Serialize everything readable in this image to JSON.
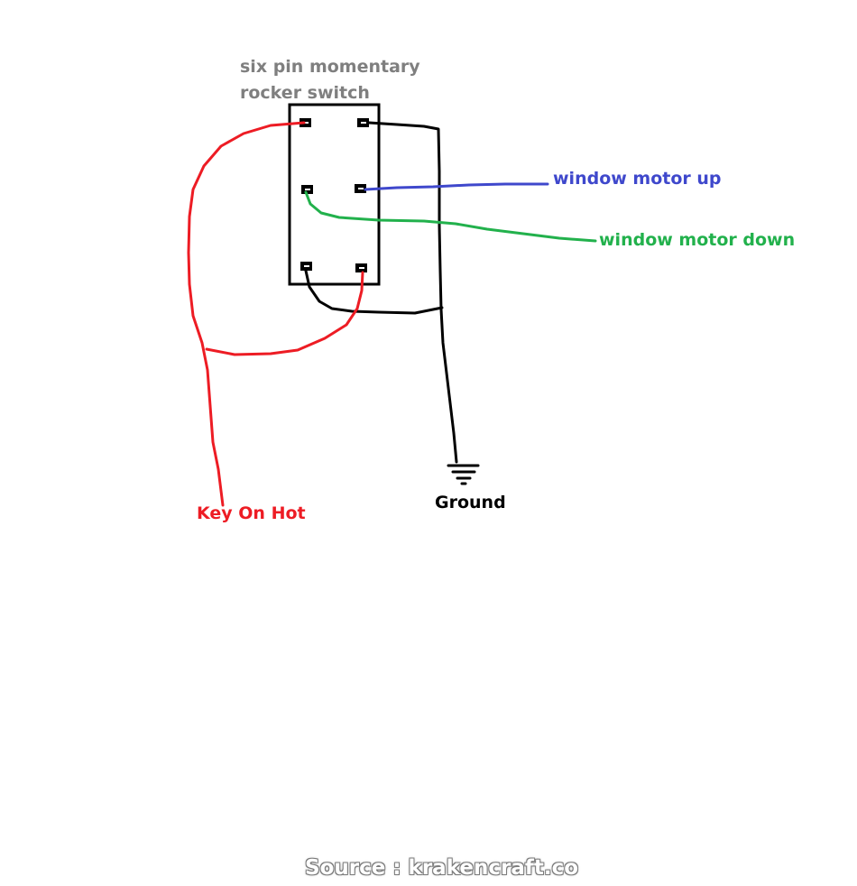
{
  "title": {
    "line1": "six pin momentary",
    "line2": "rocker switch"
  },
  "labels": {
    "motor_up": "window motor up",
    "motor_down": "window motor down",
    "key_on_hot": "Key On Hot",
    "ground": "Ground"
  },
  "footer": {
    "source": "Source : krakencraft.co"
  },
  "colors": {
    "title_gray": "#7f7f7f",
    "key_hot_red": "#ed1c24",
    "motor_up_blue": "#3f48cc",
    "motor_down_green": "#22b14c",
    "wire_black": "#000000"
  }
}
